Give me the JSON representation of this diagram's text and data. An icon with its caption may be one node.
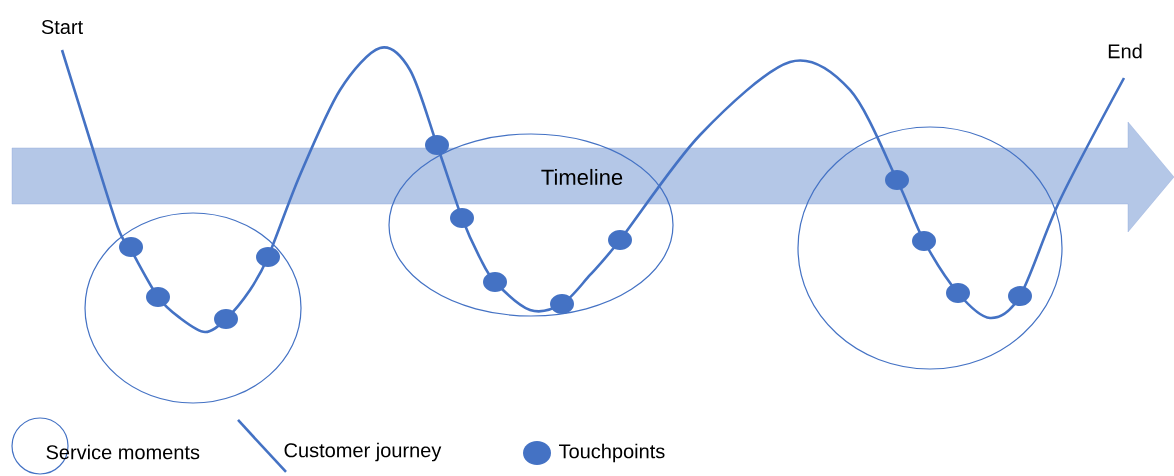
{
  "diagram": {
    "nodes": [
      {
        "text": [
          "Timeline"
        ]
      }
    ],
    "labels": [
      "Start",
      "End"
    ],
    "legend": [
      {
        "text": "Service moments"
      },
      {
        "text": "Customer journey"
      },
      {
        "text": "Touchpoints",
        "color": "#4472c4"
      }
    ]
  }
}
